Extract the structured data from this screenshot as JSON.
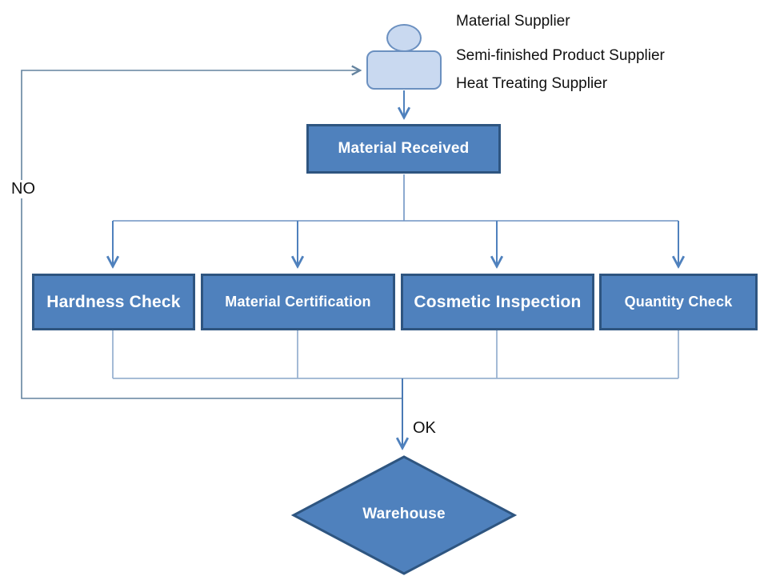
{
  "diagram": {
    "suppliers": {
      "icon": "person-icon",
      "lines": [
        "Material Supplier",
        "Semi-finished Product Supplier",
        "Heat Treating Supplier"
      ]
    },
    "material_received": {
      "label": "Material Received"
    },
    "checks": [
      {
        "label": "Hardness Check"
      },
      {
        "label": "Material Certification"
      },
      {
        "label": "Cosmetic Inspection"
      },
      {
        "label": "Quantity Check"
      }
    ],
    "warehouse": {
      "label": "Warehouse"
    },
    "edge_labels": {
      "no": "NO",
      "ok": "OK"
    },
    "colors": {
      "node_fill": "#4f81bd",
      "node_border": "#2e5580",
      "node_text": "#ffffff",
      "person_fill": "#c9d9f0",
      "person_border": "#6b90c0",
      "connector": "#4f81bd",
      "connector_light": "#9ab3d1",
      "connector_feedback": "#64839f",
      "label_text": "#111111",
      "background": "#ffffff"
    }
  }
}
